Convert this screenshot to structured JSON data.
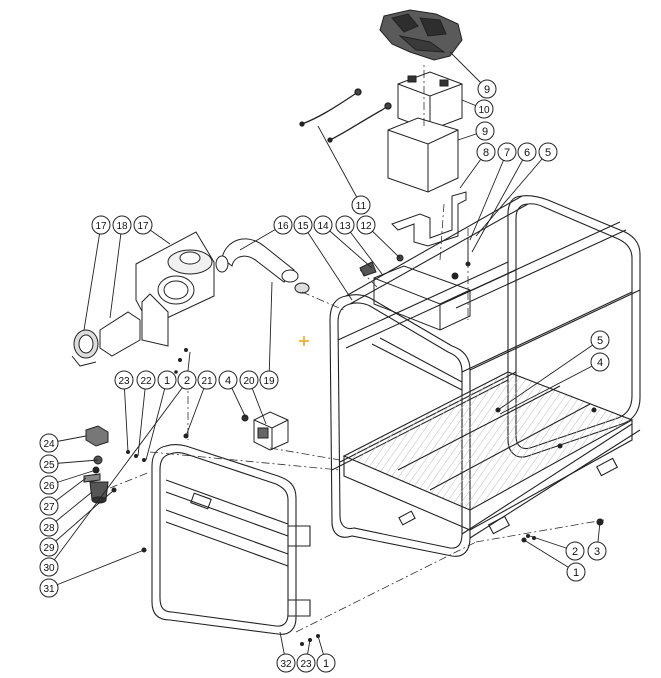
{
  "diagram": {
    "type": "exploded parts diagram",
    "callouts": [
      "9",
      "10",
      "9",
      "8",
      "7",
      "6",
      "5",
      "11",
      "16",
      "15",
      "14",
      "13",
      "12",
      "17",
      "18",
      "17",
      "23",
      "22",
      "1",
      "2",
      "21",
      "4",
      "20",
      "19",
      "5",
      "4",
      "24",
      "25",
      "26",
      "27",
      "28",
      "29",
      "30",
      "31",
      "2",
      "3",
      "1",
      "32",
      "23",
      "1"
    ],
    "colors": {
      "line": "#2a2a2a",
      "hatch": "#bdbdbd",
      "marker": "#e8a317"
    }
  }
}
